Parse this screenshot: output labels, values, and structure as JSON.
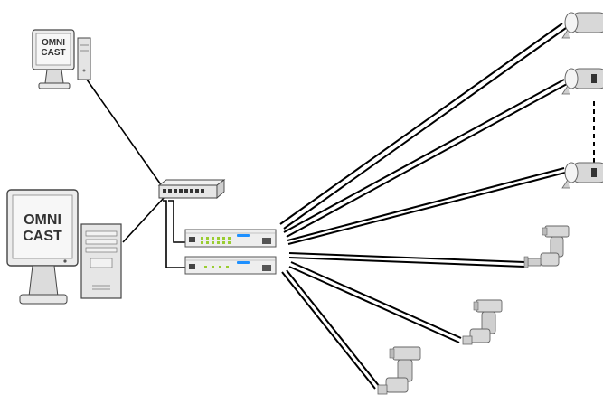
{
  "workstations": [
    {
      "screen_line1": "OMNI",
      "screen_line2": "CAST"
    },
    {
      "screen_line1": "OMNI",
      "screen_line2": "CAST"
    }
  ],
  "devices": {
    "network_switch": {
      "icon": "network-switch-icon"
    },
    "encoders": [
      {
        "icon": "video-encoder-icon"
      },
      {
        "icon": "video-encoder-icon"
      }
    ]
  },
  "cameras": {
    "fixed": [
      {
        "icon": "bullet-camera-icon"
      },
      {
        "icon": "bullet-camera-icon"
      },
      {
        "icon": "bullet-camera-icon"
      }
    ],
    "ptz": [
      {
        "icon": "ptz-camera-icon"
      },
      {
        "icon": "ptz-camera-icon"
      },
      {
        "icon": "ptz-camera-icon"
      }
    ]
  },
  "colors": {
    "line": "#000000",
    "device_body": "#e6e6e6",
    "device_outline": "#555555",
    "camera_body": "#d8d8d8",
    "encoder_leds": "#9acd32",
    "encoder_brand": "#1e90ff"
  }
}
